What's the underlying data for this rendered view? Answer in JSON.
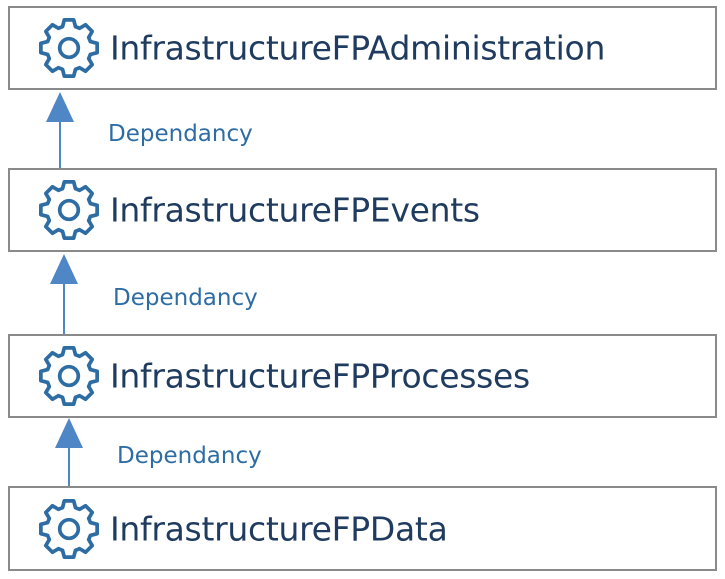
{
  "modules": [
    {
      "name": "InfrastructureFPAdministration",
      "icon": "gear-icon"
    },
    {
      "name": "InfrastructureFPEvents",
      "icon": "gear-icon"
    },
    {
      "name": "InfrastructureFPProcesses",
      "icon": "gear-icon"
    },
    {
      "name": "InfrastructureFPData",
      "icon": "gear-icon"
    }
  ],
  "dependencies": [
    {
      "label": "Dependancy"
    },
    {
      "label": "Dependancy"
    },
    {
      "label": "Dependancy"
    }
  ],
  "colors": {
    "box_border": "#8a8a8a",
    "module_text": "#1f3b5f",
    "dependency_text": "#2e6da4",
    "arrow": "#4f86c6",
    "gear": "#2e6da4"
  }
}
